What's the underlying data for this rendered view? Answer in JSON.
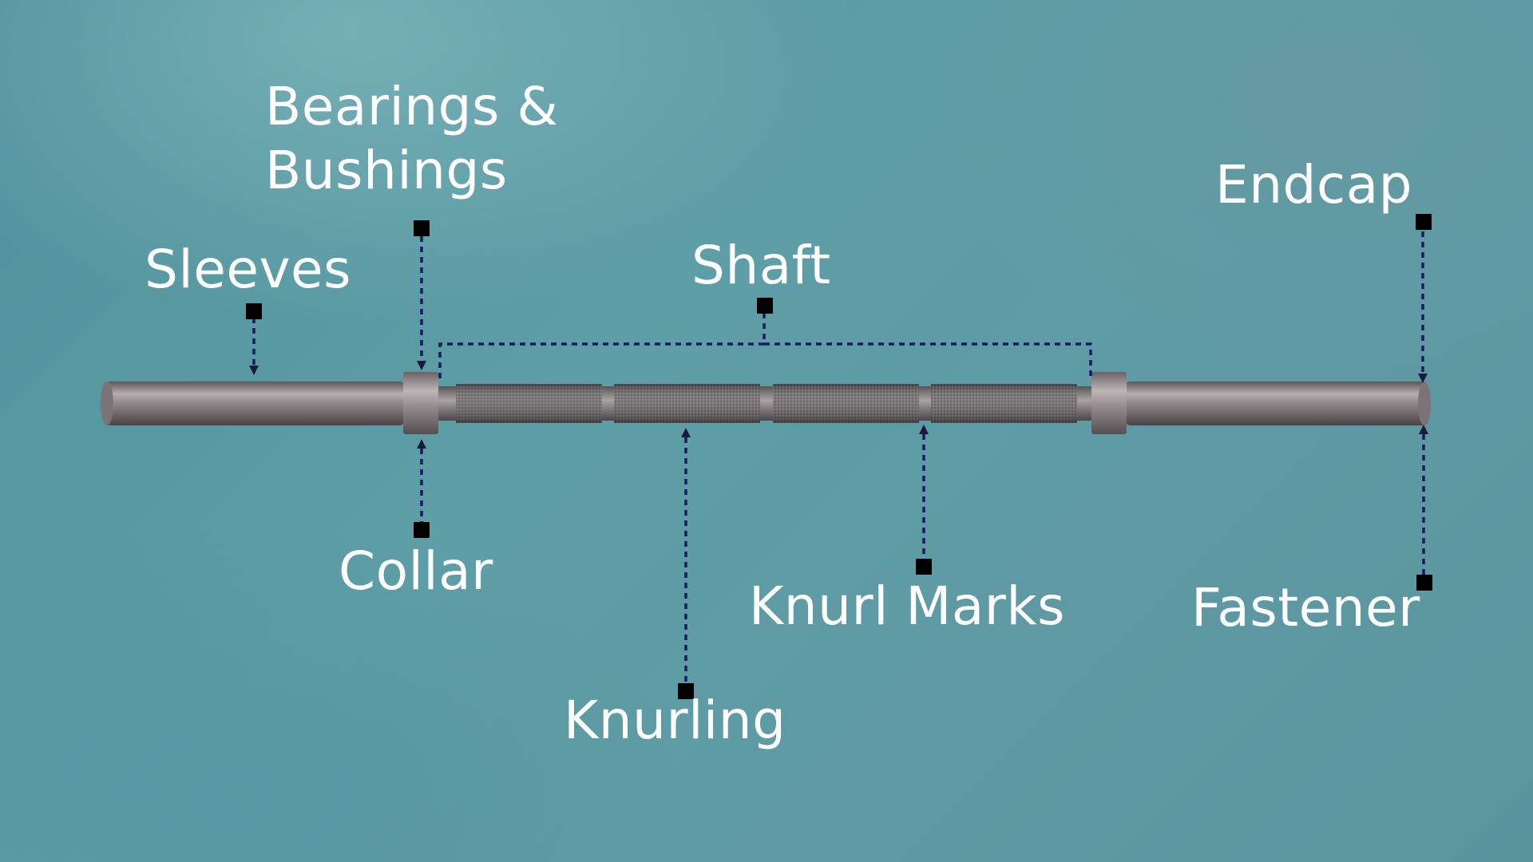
{
  "labels": {
    "bearings_line1": "Bearings &",
    "bearings_line2": "Bushings",
    "sleeves": "Sleeves",
    "shaft": "Shaft",
    "endcap": "Endcap",
    "collar": "Collar",
    "knurl_marks": "Knurl Marks",
    "fastener": "Fastener",
    "knurling": "Knurling"
  },
  "colors": {
    "background": "#5a9aa3",
    "label_text": "#ffffff",
    "leader_line": "#1a1a5e",
    "marker": "#000000",
    "bar_metal": "#8a8284"
  }
}
